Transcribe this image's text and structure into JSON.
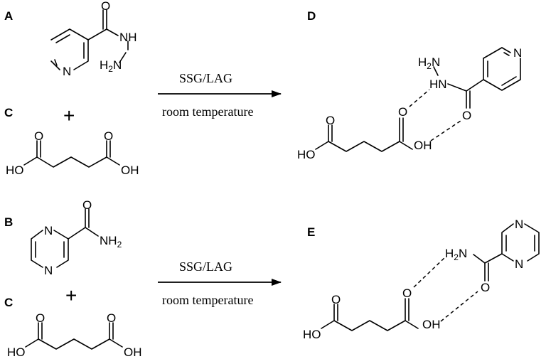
{
  "panels": {
    "A": "A",
    "B": "B",
    "C_top": "C",
    "C_bottom": "C",
    "D": "D",
    "E": "E"
  },
  "reactions": [
    {
      "above": "SSG/LAG",
      "below": "room temperature"
    },
    {
      "above": "SSG/LAG",
      "below": "room temperature"
    }
  ],
  "plus_sign": "+",
  "atoms": {
    "O": "O",
    "N": "N",
    "NH": "NH",
    "HN": "HN",
    "H2N_main": "H",
    "H2N_sub": "2",
    "H2N_N": "N",
    "HO": "HO",
    "OH": "OH",
    "NH2_main": "NH",
    "NH2_sub": "2"
  }
}
